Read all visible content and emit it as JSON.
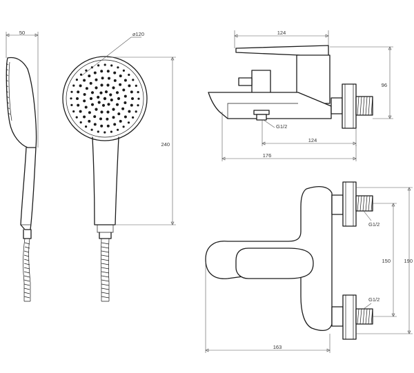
{
  "dimensions": {
    "handshower_depth": "50",
    "handshower_diameter": "⌀120",
    "handshower_length": "240",
    "mixer_top_width": "124",
    "mixer_height": "96",
    "spout_connection": "G1/2",
    "mixer_center_width": "124",
    "mixer_total_width": "176",
    "inlet_top_thread": "G1/2",
    "inlet_bottom_thread": "G1/2",
    "inlet_spacing": "150",
    "inlet_outer_span": "190",
    "mixer_depth": "163"
  }
}
